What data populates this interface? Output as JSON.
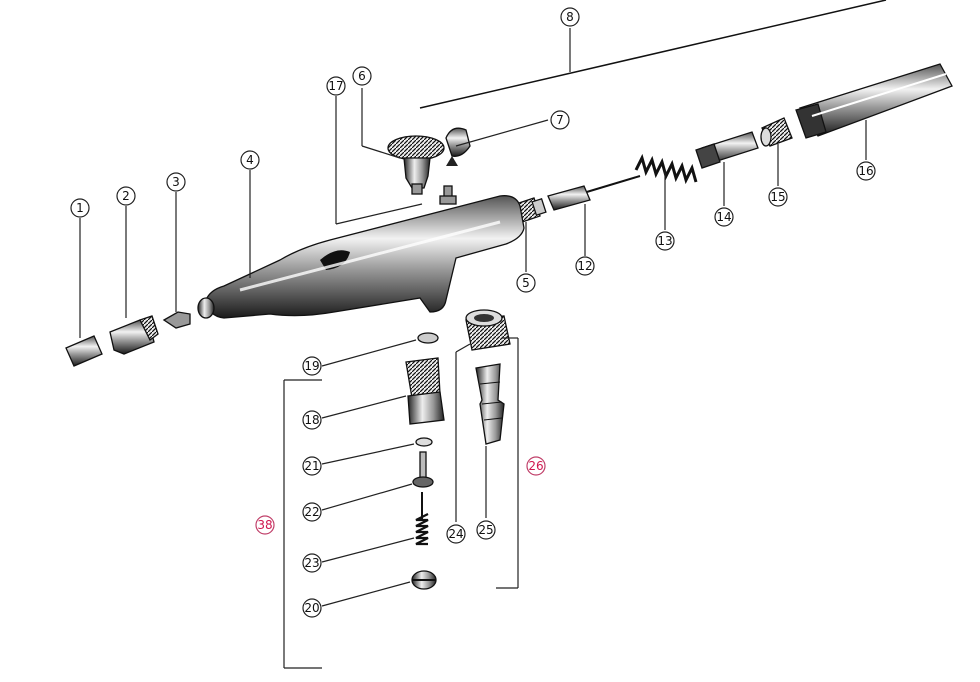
{
  "diagram": {
    "callouts": {
      "c1": "1",
      "c2": "2",
      "c3": "3",
      "c4": "4",
      "c5": "5",
      "c6": "6",
      "c7": "7",
      "c8": "8",
      "c12": "12",
      "c13": "13",
      "c14": "14",
      "c15": "15",
      "c16": "16",
      "c17": "17",
      "c18": "18",
      "c19": "19",
      "c20": "20",
      "c21": "21",
      "c22": "22",
      "c23": "23",
      "c24": "24",
      "c25": "25"
    },
    "assemblies": {
      "a26": "26",
      "a38": "38"
    },
    "colors": {
      "ink": "#111111",
      "assembly_label": "#d01850"
    }
  }
}
